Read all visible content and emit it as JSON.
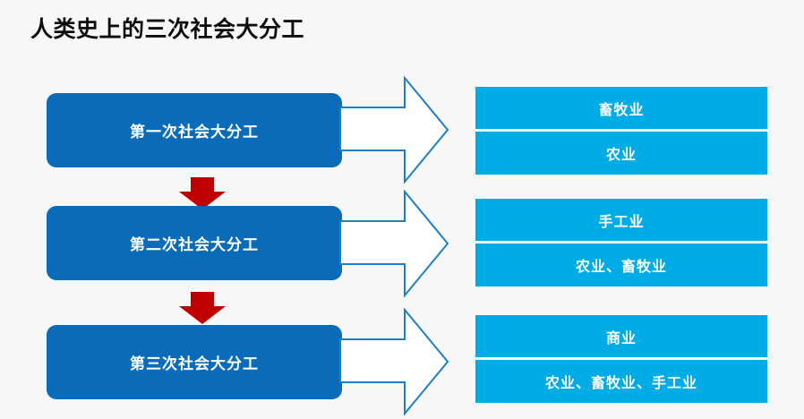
{
  "slide": {
    "title": "人类史上的三次社会大分工",
    "background_color": "#f7f7f7",
    "title_color": "#0d0d0d"
  },
  "colors": {
    "stage_box": "#0a6cb8",
    "result_box": "#00ace6",
    "down_arrow": "#c00000",
    "right_arrow_fill": "#ffffff",
    "right_arrow_stroke": "#1f7ec4",
    "label_text": "#ffffff"
  },
  "stages": [
    {
      "label": "第一次社会大分工",
      "arrow_icon": "right-arrow-icon",
      "results": {
        "primary": "畜牧业",
        "secondary": "农业"
      }
    },
    {
      "label": "第二次社会大分工",
      "arrow_icon": "right-arrow-icon",
      "results": {
        "primary": "手工业",
        "secondary": "农业、畜牧业"
      }
    },
    {
      "label": "第三次社会大分工",
      "arrow_icon": "right-arrow-icon",
      "results": {
        "primary": "商业",
        "secondary": "农业、畜牧业、手工业"
      }
    }
  ],
  "connectors": [
    {
      "icon": "down-arrow-icon",
      "from": "第一次社会大分工",
      "to": "第二次社会大分工"
    },
    {
      "icon": "down-arrow-icon",
      "from": "第二次社会大分工",
      "to": "第三次社会大分工"
    }
  ]
}
